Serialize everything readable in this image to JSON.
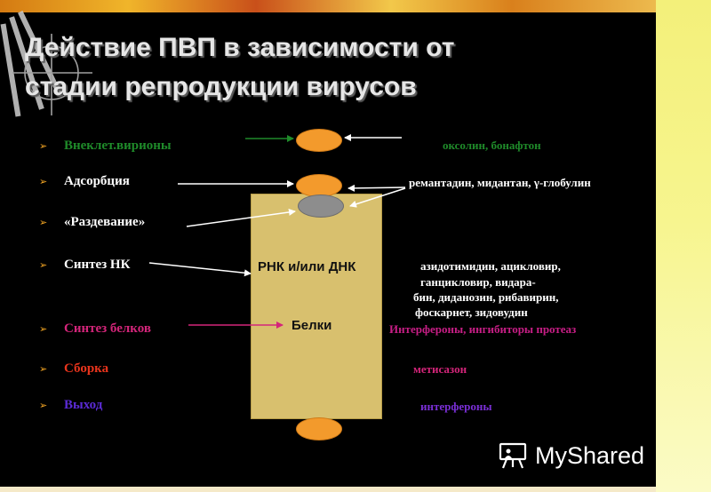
{
  "slide": {
    "title_lines": [
      "Действие ПВП в зависимости от",
      "стадии репродукции вирусов"
    ],
    "stages": [
      {
        "label": "Внеклет.вирионы",
        "color": "#1f8b2a"
      },
      {
        "label": "Адсорбция",
        "color": "#ffffff"
      },
      {
        "label": "«Раздевание»",
        "color": "#ffffff"
      },
      {
        "label": "Синтез НК",
        "color": "#ffffff"
      },
      {
        "label": "Синтез белков",
        "color": "#d4257a"
      },
      {
        "label": "Сборка",
        "color": "#e8341c"
      },
      {
        "label": "Выход",
        "color": "#5b2bd6"
      }
    ],
    "bar_labels": {
      "nucleic": "РНК и/или ДНК",
      "protein": "Белки"
    },
    "drugs": {
      "extracellular": "оксолин, бонафтон",
      "adsorption": "ремантадин, мидантан, γ-глобулин",
      "nucleic_lines": [
        "азидотимидин, ацикловир,",
        "ганцикловир, видара-",
        "бин, диданозин, рибавирин,",
        "фоскарнет, зидовудин"
      ],
      "proteins": "Интерфероны, ингибиторы протеаз",
      "assembly": "метисазон",
      "exit": "интерфероны"
    },
    "drug_colors": {
      "extracellular": "#1f8b2a",
      "adsorption": "#ffffff",
      "nucleic": "#ffffff",
      "proteins": "#c81e86",
      "assembly": "#d4257a",
      "exit": "#7a2fd6"
    },
    "bullet_glyph": "➢",
    "watermark": {
      "icon": "slideshow-presenter-icon",
      "text": "MyShared"
    }
  }
}
